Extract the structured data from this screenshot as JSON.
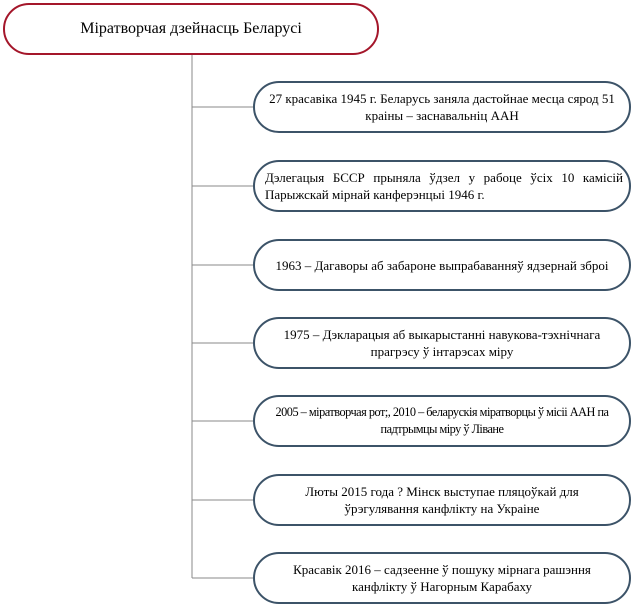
{
  "root": {
    "title": "Міратворчая дзейнасць Беларусі"
  },
  "events": [
    {
      "text": "27 красавіка 1945 г.  Беларусь заняла дастойнае месца сярод 51 краіны – заснавальніц ААН"
    },
    {
      "text": "Дэлегацыя БССР прыняла ўдзел у рабоце ўсіх 10 камісій Парыжскай мірнай канферэнцыі 1946 г."
    },
    {
      "text": "1963 – Дагаворы аб забароне выпрабаванняў ядзернай зброі"
    },
    {
      "text": "1975 – Дэкларацыя аб выкарыстанні навукова-тэхнічнага прагрэсу ў інтарэсах міру"
    },
    {
      "text": "2005 – міратворчая рот;, 2010 – беларускія міратворцы ў місіі ААН па падтрымцы міру ў Ліване"
    },
    {
      "text": "Люты 2015 года ? Мінск выступае пляцоўкай для ўрэгулявання канфлікту на Украіне"
    },
    {
      "text": "Красавік 2016 – садзеенне ў пошуку мірнага рашэння канфлікту ў Нагорным Карабаху"
    }
  ],
  "colors": {
    "root_border": "#a4162a",
    "event_border": "#3c5368",
    "connector": "#8a8a8a"
  }
}
